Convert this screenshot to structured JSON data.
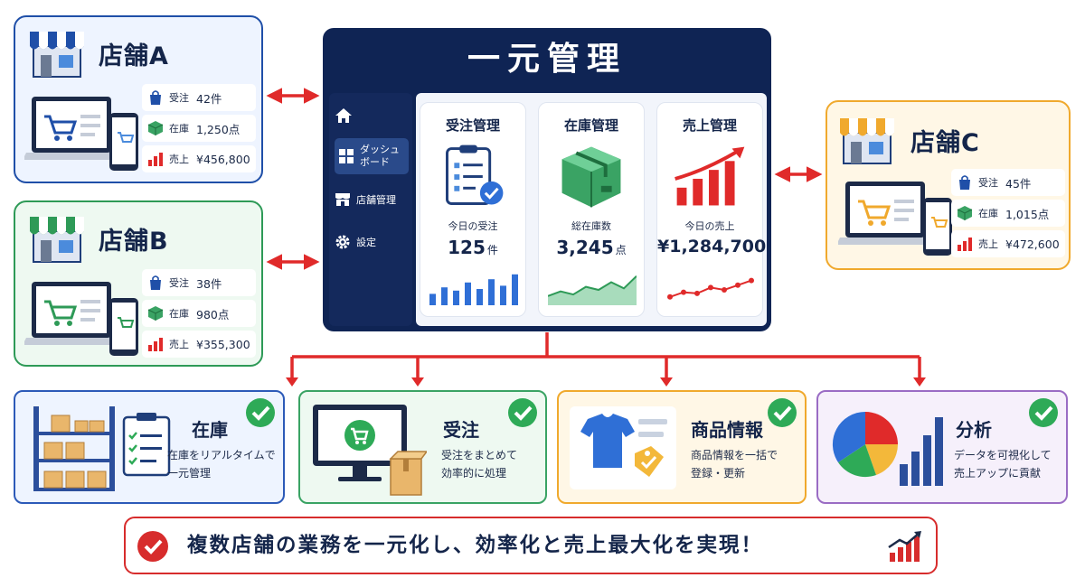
{
  "central": {
    "title": "一元管理",
    "sidebar": [
      {
        "icon": "home-icon",
        "label": ""
      },
      {
        "icon": "dashboard-icon",
        "label": "ダッシュ\nボード"
      },
      {
        "icon": "store-icon",
        "label": "店舗管理"
      },
      {
        "icon": "gear-icon",
        "label": "設定"
      }
    ],
    "panels": [
      {
        "title": "受注管理",
        "sub": "今日の受注",
        "value": "125",
        "unit": "件",
        "icon": "clipboard-check-icon"
      },
      {
        "title": "在庫管理",
        "sub": "総在庫数",
        "value": "3,245",
        "unit": "点",
        "icon": "box-icon"
      },
      {
        "title": "売上管理",
        "sub": "今日の売上",
        "value": "¥1,284,700",
        "unit": "",
        "icon": "sales-growth-icon"
      }
    ],
    "mini_bar": [
      0.35,
      0.55,
      0.45,
      0.7,
      0.5,
      0.8,
      0.6,
      0.95
    ],
    "mini_area": [
      0.3,
      0.45,
      0.35,
      0.6,
      0.5,
      0.75,
      0.55,
      0.95
    ],
    "mini_line": [
      0.2,
      0.4,
      0.35,
      0.6,
      0.5,
      0.7,
      0.9
    ]
  },
  "stores": {
    "a": {
      "name": "店舗A",
      "metrics": [
        {
          "icon": "shopping-bag-icon",
          "label": "受注",
          "value": "42件"
        },
        {
          "icon": "inventory-box-icon",
          "label": "在庫",
          "value": "1,250点"
        },
        {
          "icon": "bar-chart-icon",
          "label": "売上",
          "value": "¥456,800"
        }
      ]
    },
    "b": {
      "name": "店舗B",
      "metrics": [
        {
          "icon": "shopping-bag-icon",
          "label": "受注",
          "value": "38件"
        },
        {
          "icon": "inventory-box-icon",
          "label": "在庫",
          "value": "980点"
        },
        {
          "icon": "bar-chart-icon",
          "label": "売上",
          "value": "¥355,300"
        }
      ]
    },
    "c": {
      "name": "店舗C",
      "metrics": [
        {
          "icon": "shopping-bag-icon",
          "label": "受注",
          "value": "45件"
        },
        {
          "icon": "inventory-box-icon",
          "label": "在庫",
          "value": "1,015点"
        },
        {
          "icon": "bar-chart-icon",
          "label": "売上",
          "value": "¥472,600"
        }
      ]
    }
  },
  "features": [
    {
      "title": "在庫",
      "desc": "在庫をリアルタイムで\n一元管理",
      "icon": "warehouse-shelf-icon"
    },
    {
      "title": "受注",
      "desc": "受注をまとめて\n効率的に処理",
      "icon": "monitor-cart-icon"
    },
    {
      "title": "商品情報",
      "desc": "商品情報を一括で\n登録・更新",
      "icon": "tshirt-tag-icon"
    },
    {
      "title": "分析",
      "desc": "データを可視化して\n売上アップに貢献",
      "icon": "pie-bar-chart-icon"
    }
  ],
  "slogan": "複数店舗の業務を一元化し、効率化と売上最大化を実現！",
  "colors": {
    "navy": "#0f2454",
    "store_a": "#1f4fa8",
    "store_b": "#2e9a57",
    "store_c": "#f0a92d",
    "analysis": "#9a6cc4",
    "arrow_red": "#e02a2a",
    "check_green": "#2eaa57"
  }
}
